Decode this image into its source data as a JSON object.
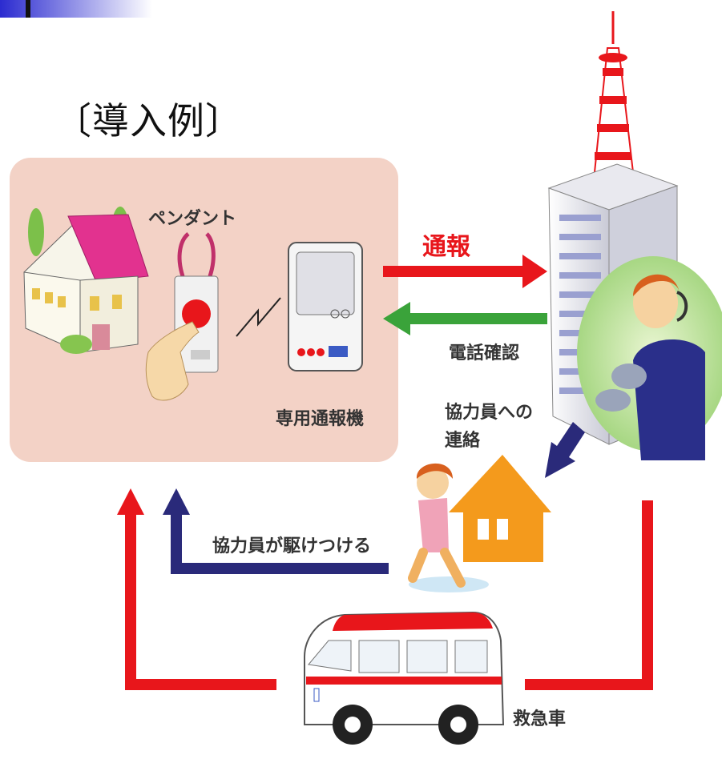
{
  "title": "〔導入例〕",
  "labels": {
    "pendant": "ペンダント",
    "device": "専用通報機",
    "report": "通報",
    "phone_confirm": "電話確認",
    "contact_line1": "協力員への",
    "contact_line2": "連絡",
    "rush": "協力員が駆けつける",
    "ambulance": "救急車"
  },
  "colors": {
    "home_panel": "#f3d2c6",
    "report_arrow": "#e8161b",
    "confirm_arrow": "#3aa33a",
    "navy_arrow": "#2a2a7a",
    "red_line": "#e8161b"
  }
}
